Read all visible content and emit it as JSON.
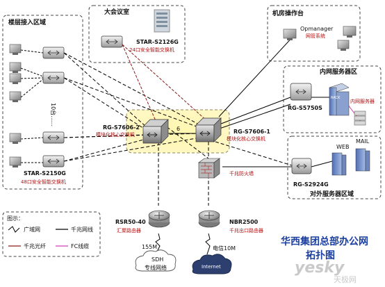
{
  "regions": {
    "floor_access": "楼层接入区域",
    "conference_room": "大会议室",
    "machine_room": "机房操作台",
    "intranet_servers": "内网服务器区",
    "external_servers": "对外服务器区域"
  },
  "devices": {
    "core2": {
      "name": "RG-S7606-2",
      "desc": "模块化核心交换机"
    },
    "core1": {
      "name": "RG-S7606-1",
      "desc": "模块化核心交换机"
    },
    "conf_switch": {
      "name": "STAR-S2126G",
      "desc": "24口安全智能交换机"
    },
    "floor_switch": {
      "name": "STAR-S2150G",
      "desc": "48口安全智能交换机"
    },
    "s5750": {
      "name": "RG-S5750S"
    },
    "s2924": {
      "name": "RG-S2924G"
    },
    "rsr": {
      "name": "RSR50-40",
      "desc": "汇聚路由器"
    },
    "nbr": {
      "name": "NBR2500",
      "desc": "千兆出口路由器"
    },
    "firewall": {
      "desc": "千兆防火墙"
    },
    "opmanager": {
      "name": "Opmanager",
      "desc": "网管系统"
    },
    "intranet_server": {
      "desc": "内网服务器"
    },
    "rack_label": "RACK",
    "web_label": "WEB",
    "mail_label": "MAIL"
  },
  "floors_label": "10台……",
  "clouds": {
    "sdh": "SDH",
    "sdh_desc": "专线网络",
    "internet": "Internet"
  },
  "links": {
    "sdh_speed": "155M",
    "telecom": "电信10M",
    "trunk": "6"
  },
  "legend": {
    "title": "图示：",
    "items": [
      {
        "label": "广域网",
        "style": "wan-zigzag"
      },
      {
        "label": "千兆网线",
        "style": "solid-black"
      },
      {
        "label": "千兆光纤",
        "style": "solid-darkred"
      },
      {
        "label": "FC线缆",
        "style": "solid-magenta"
      }
    ]
  },
  "title": {
    "line1": "华西集团总部办公网",
    "line2": "拓扑图"
  },
  "watermark": {
    "main": "yesky",
    "sub": "天极网"
  },
  "colors": {
    "fiber": "#8b1a1a",
    "fc": "#d23fb0",
    "title": "#1b3fa0",
    "core_zone": "#fff3a0"
  }
}
